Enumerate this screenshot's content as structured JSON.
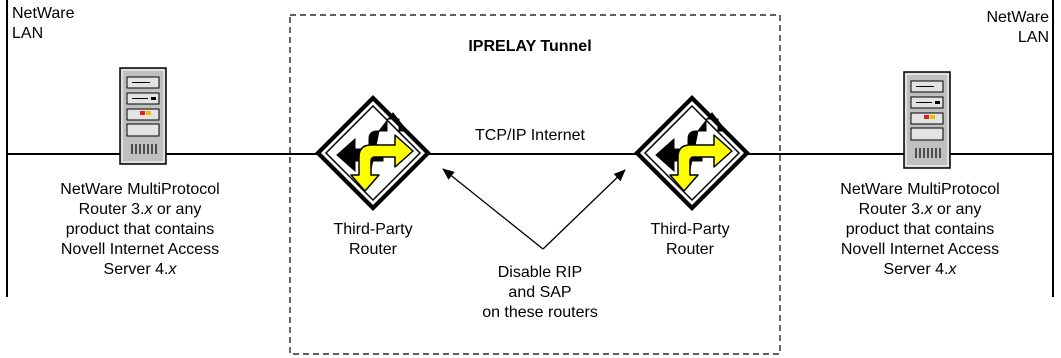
{
  "left_lan": {
    "line1": "NetWare",
    "line2": "LAN"
  },
  "right_lan": {
    "line1": "NetWare",
    "line2": "LAN"
  },
  "tunnel": {
    "title": "IPRELAY Tunnel",
    "link_label": "TCP/IP Internet"
  },
  "left_router": {
    "line1": "Third-Party",
    "line2": "Router"
  },
  "right_router": {
    "line1": "Third-Party",
    "line2": "Router"
  },
  "left_server": {
    "line1": "NetWare MultiProtocol",
    "line2_pre": "Router 3.",
    "line2_ital": "x",
    "line2_post": " or any",
    "line3": "product that contains",
    "line4": "Novell Internet Access",
    "line5_pre": "Server 4.",
    "line5_ital": "x"
  },
  "right_server": {
    "line1": "NetWare MultiProtocol",
    "line2_pre": "Router 3.",
    "line2_ital": "x",
    "line2_post": " or any",
    "line3": "product that contains",
    "line4": "Novell Internet Access",
    "line5_pre": "Server 4.",
    "line5_ital": "x"
  },
  "annotation": {
    "line1": "Disable RIP",
    "line2": "and SAP",
    "line3": "on these routers"
  },
  "colors": {
    "arrow_yellow": "#ffff00",
    "arrow_black": "#000000",
    "server_gray": "#c0c0c0",
    "server_light": "#e4e4e4",
    "led_red": "#e02020",
    "led_yellow": "#f0c000"
  },
  "icons": {
    "server": "server-tower-icon",
    "router": "router-diamond-icon"
  }
}
